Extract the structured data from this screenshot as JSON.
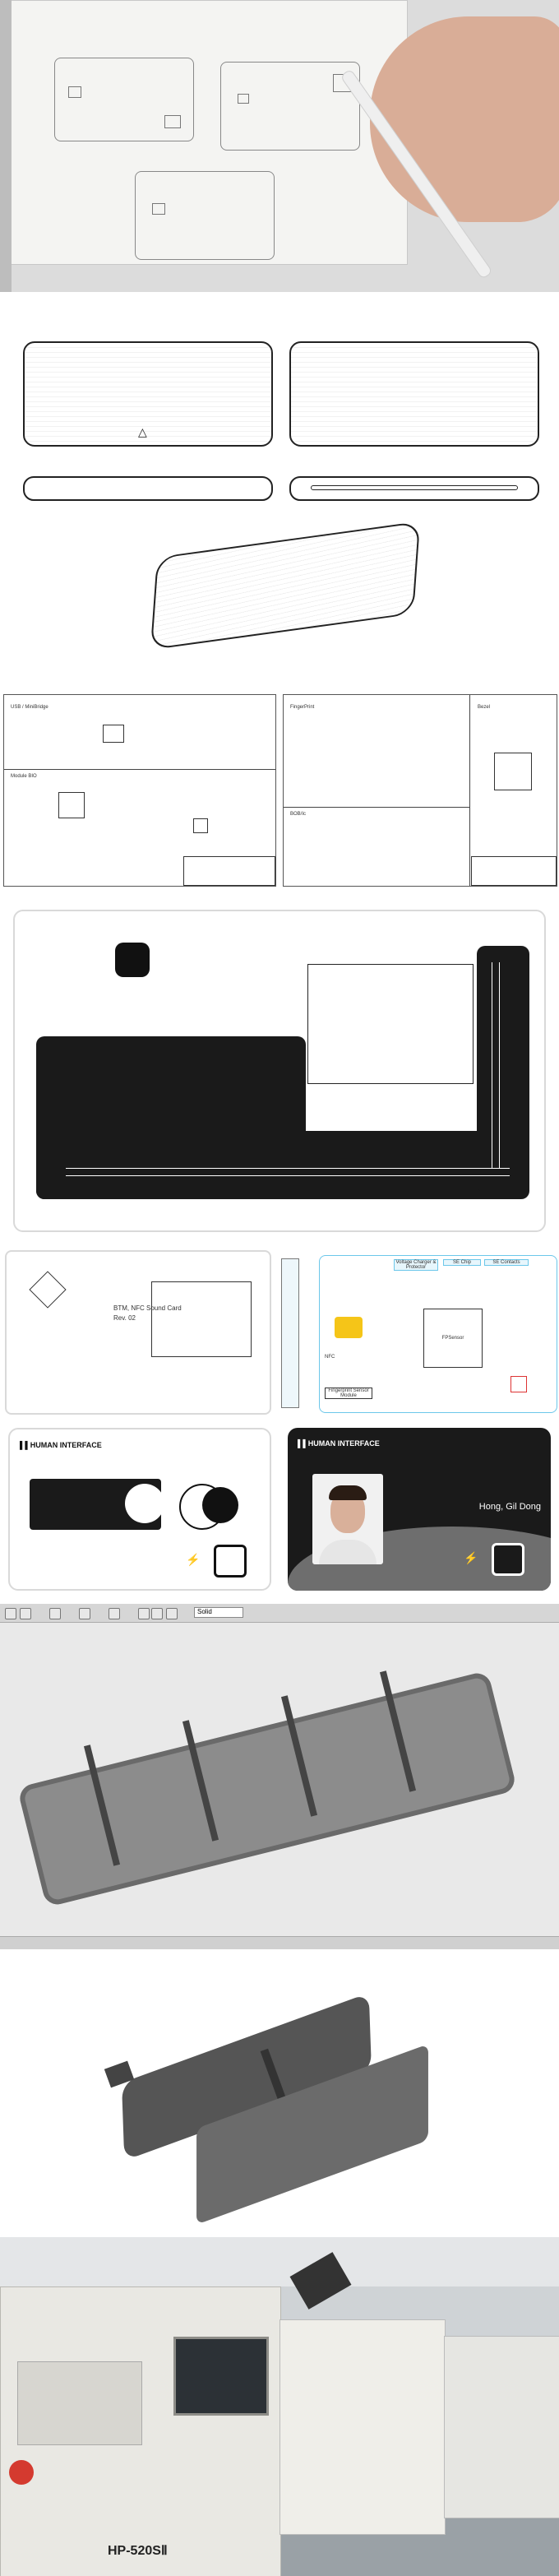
{
  "colors": {
    "accent_yellow": "#f5c518",
    "accent_blue": "#6cc7ea",
    "pcb_black": "#111111",
    "dark_card": "#1a1a1a",
    "cad_gray": "#7a7a7a"
  },
  "icons": [
    "pen-icon",
    "hand-icon",
    "fingerprint-sensor-icon",
    "toolbar-icon",
    "arrow-icon",
    "flash-icon"
  ],
  "schematic_left": {
    "block1_label": "USB / MiniBridge",
    "block2_label": "Module BIO"
  },
  "schematic_right": {
    "block1_label": "FingerPrint",
    "block2_label": "Bezel",
    "block3_label": "BOB/Ic"
  },
  "layout_sheet": {
    "label": "BTM, NFC Sound Card",
    "rev": "Rev. 02"
  },
  "block_diagram": {
    "box1": "Voltage Charger & Protector",
    "box2": "SE Chip",
    "box3": "SE Contacts",
    "mcu_box": "FPSensor",
    "left_tag": "NFC",
    "bottom_box": "Fingerprint Sensor Module"
  },
  "card_white": {
    "brand": "HUMAN INTERFACE"
  },
  "card_black": {
    "brand": "HUMAN INTERFACE",
    "name": "Hong, Gil Dong"
  },
  "cad_menu": {
    "label": "Solid"
  },
  "machine_label": "HP-520SⅡ"
}
